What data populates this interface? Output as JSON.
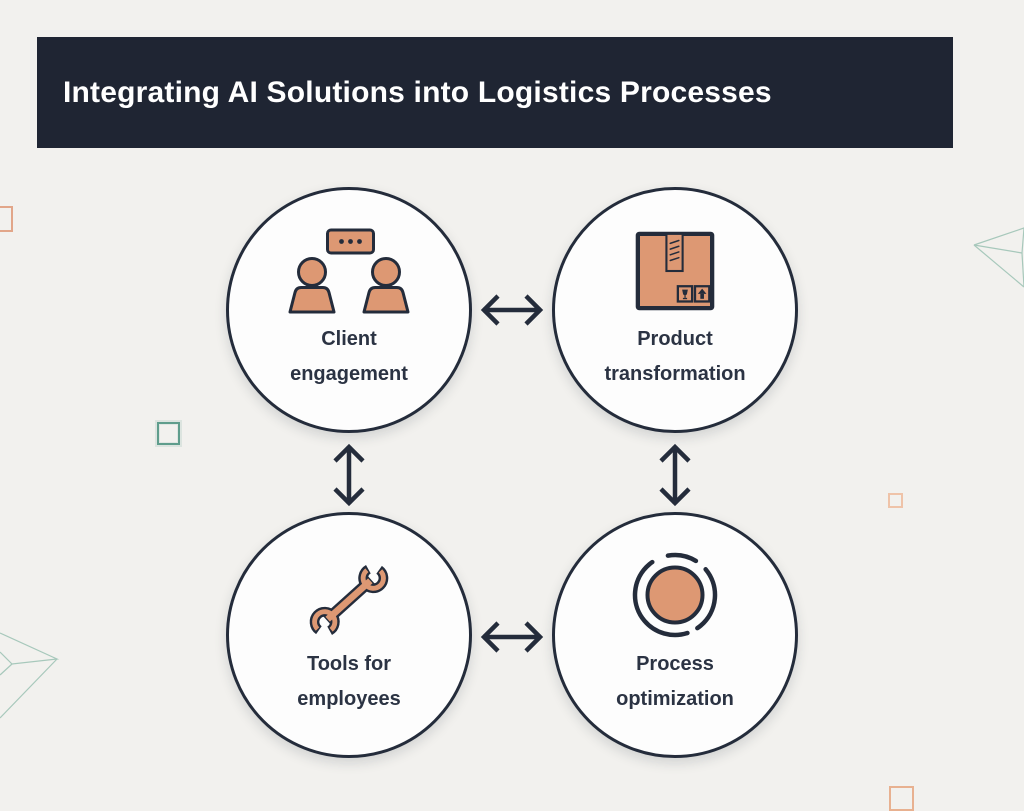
{
  "header": {
    "title": "Integrating AI Solutions into Logistics Processes"
  },
  "diagram": {
    "nodes": [
      {
        "id": "client-engagement",
        "icon": "people-chat-icon",
        "label_lines": [
          "Client",
          "engagement"
        ]
      },
      {
        "id": "product-transformation",
        "icon": "package-box-icon",
        "label_lines": [
          "Product",
          "transformation"
        ]
      },
      {
        "id": "tools-for-employees",
        "icon": "wrench-icon",
        "label_lines": [
          "Tools for",
          "employees"
        ]
      },
      {
        "id": "process-optimization",
        "icon": "target-circles-icon",
        "label_lines": [
          "Process",
          "optimization"
        ]
      }
    ],
    "connections": [
      {
        "from": "client-engagement",
        "to": "product-transformation",
        "style": "double-headed-arrow"
      },
      {
        "from": "client-engagement",
        "to": "tools-for-employees",
        "style": "double-headed-arrow"
      },
      {
        "from": "product-transformation",
        "to": "process-optimization",
        "style": "double-headed-arrow"
      },
      {
        "from": "tools-for-employees",
        "to": "process-optimization",
        "style": "double-headed-arrow"
      }
    ]
  },
  "colors": {
    "page_bg": "#F2F1EE",
    "header_bg": "#1F2533",
    "header_text": "#FFFFFF",
    "node_fill": "#FDFDFD",
    "node_border": "#242C3B",
    "icon_fill": "#DD9873",
    "icon_outline": "#242C3B",
    "label_text": "#2B3343",
    "arrow": "#242C3B",
    "deco_teal": "#5F9D8C",
    "deco_teal_wire": "#A7C8BB",
    "deco_orange": "#E2A689",
    "deco_orange_light": "#EFC3A8",
    "deco_orange_mid": "#E8B190"
  }
}
